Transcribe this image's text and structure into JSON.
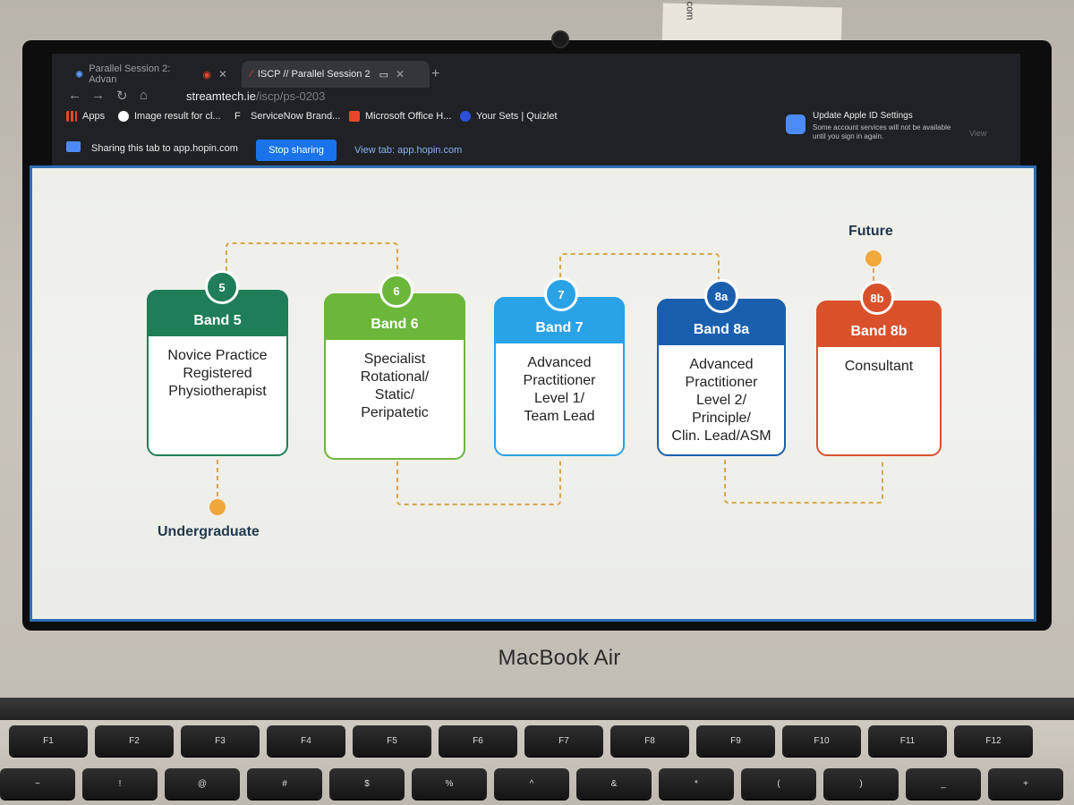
{
  "browser": {
    "tabs": [
      {
        "label": "Parallel Session 2: Advan"
      },
      {
        "label": "ISCP // Parallel Session 2"
      }
    ],
    "url_host": "streamtech.ie",
    "url_path": "/iscp/ps-0203",
    "bookmarks": [
      {
        "label": "Apps"
      },
      {
        "label": "Image result for cl..."
      },
      {
        "label": "ServiceNow Brand..."
      },
      {
        "label": "Microsoft Office H..."
      },
      {
        "label": "Your Sets | Quizlet"
      }
    ],
    "share_text": "Sharing this tab to app.hopin.com",
    "stop_label": "Stop sharing",
    "view_tab_label": "View tab: app.hopin.com",
    "notification": {
      "title": "Update Apple ID Settings",
      "body": "Some account services will not be available until you sign in again.",
      "view_label": "View"
    }
  },
  "slide": {
    "start_label": "Undergraduate",
    "end_label": "Future",
    "bands": [
      {
        "badge": "5",
        "title": "Band 5",
        "body": "Novice Practice\nRegistered\nPhysiotherapist",
        "color": "#1f7e57"
      },
      {
        "badge": "6",
        "title": "Band 6",
        "body": "Specialist\nRotational/\nStatic/\nPeripatetic",
        "color": "#6bb73a"
      },
      {
        "badge": "7",
        "title": "Band 7",
        "body": "Advanced\nPractitioner\nLevel 1/\nTeam Lead",
        "color": "#2aa2e6"
      },
      {
        "badge": "8a",
        "title": "Band 8a",
        "body": "Advanced\nPractitioner\nLevel 2/\nPrinciple/\nClin. Lead/ASM",
        "color": "#1a5fae"
      },
      {
        "badge": "8b",
        "title": "Band 8b",
        "body": "Consultant",
        "color": "#d9512b"
      }
    ],
    "connector_color": "#d9a64a",
    "dot_color": "#f0a83a"
  },
  "laptop": {
    "brand": "MacBook Air",
    "sticker_text": "com"
  },
  "keyboard": {
    "fkeys": [
      "F1",
      "F2",
      "F3",
      "F4",
      "F5",
      "F6",
      "F7",
      "F8",
      "F9",
      "F10",
      "F11",
      "F12"
    ],
    "row2": [
      "~",
      "!",
      "@",
      "#",
      "$",
      "%",
      "^",
      "&",
      "*",
      "(",
      ")",
      "_",
      "+"
    ]
  }
}
